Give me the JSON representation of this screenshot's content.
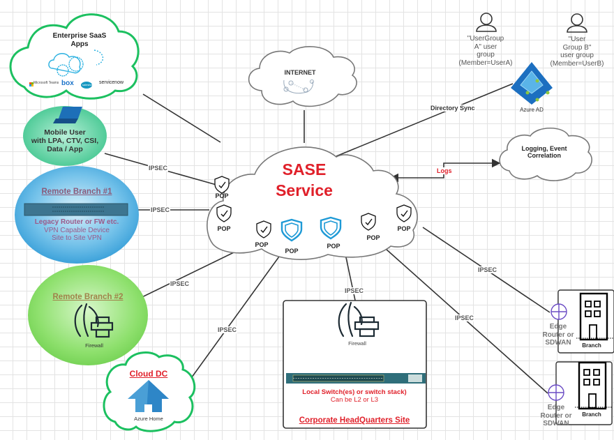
{
  "diagram": {
    "sase": {
      "line1": "SASE",
      "line2": "Service",
      "color": "#e0202a"
    },
    "internet": {
      "label": "INTERNET"
    },
    "saas": {
      "title_line1": "Enterprise SaaS",
      "title_line2": "Apps",
      "logos": [
        "Microsoft Teams",
        "box",
        "salesforce",
        "servicenow"
      ]
    },
    "mobile_user": {
      "line1": "Mobile User",
      "line2": "with LPA, CTV, CSI,",
      "line3": "Data / App"
    },
    "remote_branch_1": {
      "title": "Remote Branch #1",
      "line1": "Legacy Router or FW etc.",
      "line2": "VPN Capable Device",
      "line3": "Site  to Site VPN"
    },
    "remote_branch_2": {
      "title": "Remote Branch #2",
      "device": "Firewall"
    },
    "cloud_dc": {
      "title": "Cloud DC",
      "caption": "Azure Home"
    },
    "hq": {
      "firewall": "Firewall",
      "switch_line1": "Local Switch(es) or switch stack)",
      "switch_line2": "Can be L2 or L3",
      "title": "Corporate HeadQuarters Site"
    },
    "user_group_a": {
      "line1": "\"UserGroup",
      "line2": "A\"  user",
      "line3": "group",
      "line4": "(Member=UserA)"
    },
    "user_group_b": {
      "line1": "\"User",
      "line2": "Group B\"",
      "line3": "user group",
      "line4": "(Member=UserB)"
    },
    "azure_ad": {
      "label": "Azure AD"
    },
    "logging": {
      "line1": "Logging, Event",
      "line2": "Correlation"
    },
    "edges": {
      "directory_sync": "Directory Sync",
      "logs": "Logs",
      "ipsec": "IPSEC"
    },
    "pop_label": "POP",
    "branch_sites": [
      {
        "router_line1": "Edge",
        "router_line2": "Router or",
        "router_line3": "SDWAN",
        "building": "Branch"
      },
      {
        "router_line1": "Edge",
        "router_line2": "Router or",
        "router_line3": "SDWAN",
        "building": "Branch"
      }
    ]
  }
}
